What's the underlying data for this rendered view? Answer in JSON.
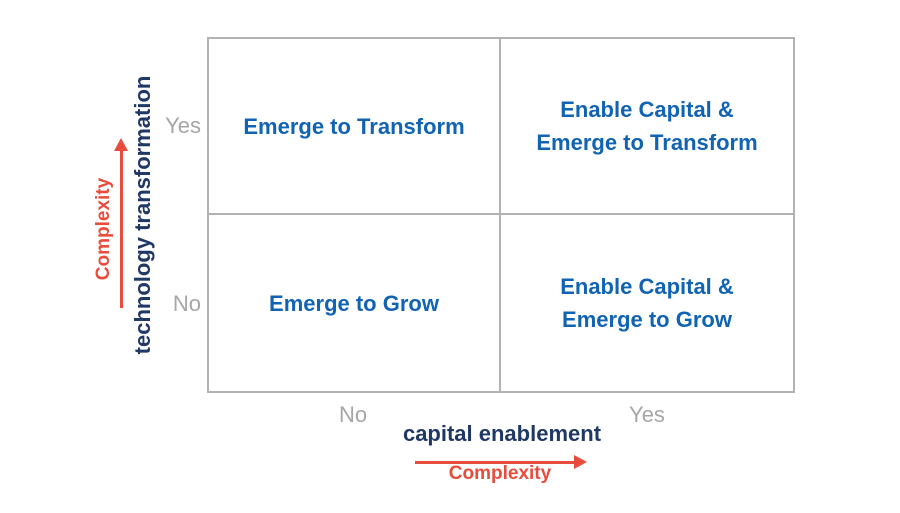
{
  "colors": {
    "quadrant_text": "#1163b4",
    "axis_title": "#1f3864",
    "complexity": "#e74c3c",
    "tick_label": "#a6a6a6",
    "grid_line": "#b2b2b2",
    "background": "#ffffff"
  },
  "matrix": {
    "quadrants": {
      "top_left": {
        "lines": [
          "Emerge to Transform"
        ]
      },
      "top_right": {
        "lines": [
          "Enable Capital &",
          "Emerge to Transform"
        ]
      },
      "bottom_left": {
        "lines": [
          "Emerge to Grow"
        ]
      },
      "bottom_right": {
        "lines": [
          "Enable Capital &",
          "Emerge to Grow"
        ]
      }
    }
  },
  "y_axis": {
    "title": "technology transformation",
    "complexity_label": "Complexity",
    "top_tick": "Yes",
    "bottom_tick": "No",
    "arrow_direction": "up"
  },
  "x_axis": {
    "title": "capital enablement",
    "complexity_label": "Complexity",
    "left_tick": "No",
    "right_tick": "Yes",
    "arrow_direction": "right"
  }
}
